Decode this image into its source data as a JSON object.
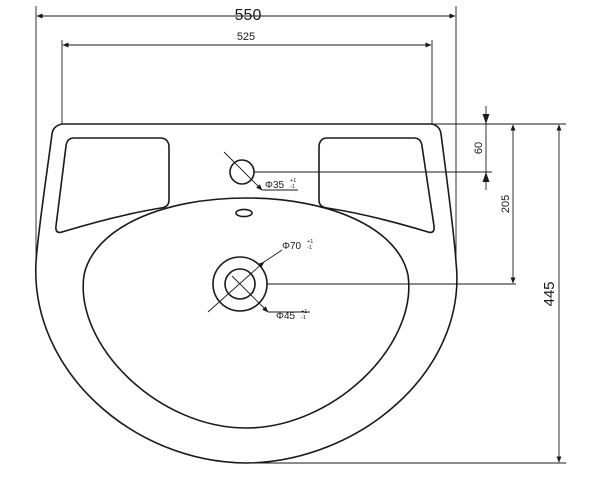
{
  "dimensions": {
    "overall_width": "550",
    "inner_width": "525",
    "tap_hole_offset": "60",
    "drain_offset": "205",
    "overall_depth": "445",
    "tap_hole": {
      "label": "Φ35",
      "tolerance_plus": "+1",
      "tolerance_minus": "-1"
    },
    "drain_outer": {
      "label": "Φ70",
      "tolerance_plus": "+1",
      "tolerance_minus": "-1"
    },
    "drain_inner": {
      "label": "Φ45",
      "tolerance_plus": "+1",
      "tolerance_minus": "-1"
    }
  }
}
